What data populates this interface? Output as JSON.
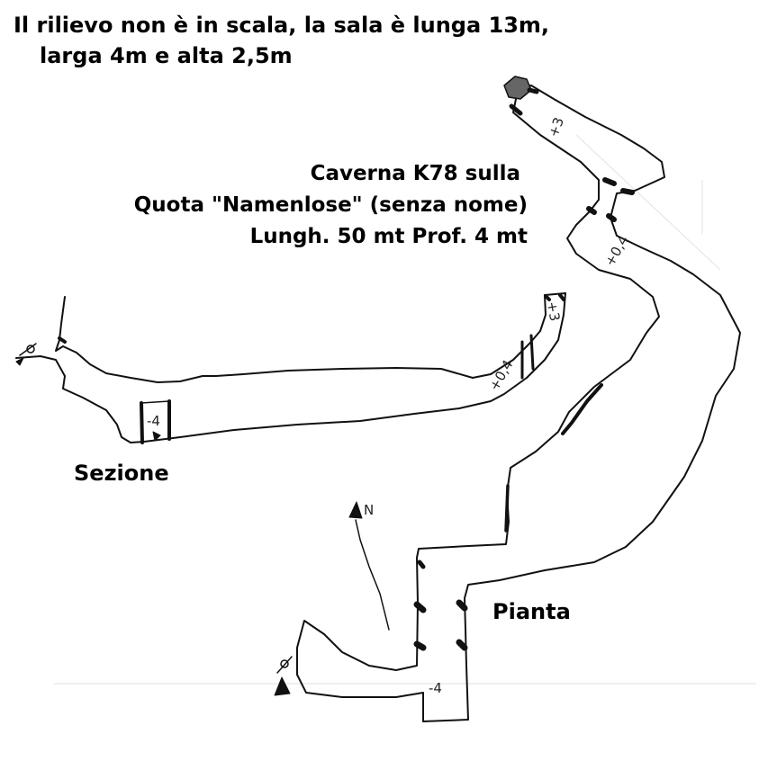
{
  "note": {
    "line1": "Il rilievo non è in scala, la sala è lunga 13m,",
    "line2": "larga 4m e alta 2,5m"
  },
  "title": {
    "line1": "Caverna K78 sulla",
    "line2": "Quota \"Namenlose\" (senza nome)",
    "line3": "Lungh. 50 mt Prof. 4 mt"
  },
  "section": {
    "label": "Sezione",
    "depth_marks": [
      "+3",
      "+0,4",
      "-4"
    ]
  },
  "plan": {
    "label": "Pianta",
    "north_label": "N",
    "depth_marks": [
      "+3",
      "+0,4",
      "-4"
    ]
  },
  "colors": {
    "ink": "#111111",
    "marker": "#555555"
  }
}
